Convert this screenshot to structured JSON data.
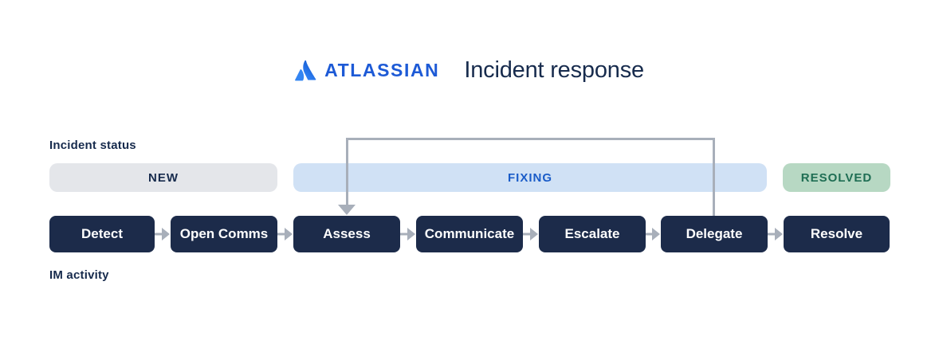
{
  "header": {
    "brand": "ATLASSIAN",
    "title": "Incident response",
    "logo_icon": "atlassian-logo",
    "brand_color": "#1d5ad6"
  },
  "labels": {
    "incident_status": "Incident status",
    "im_activity": "IM activity"
  },
  "statuses": [
    {
      "label": "NEW",
      "bg": "#e4e6ea",
      "color": "#172b4d"
    },
    {
      "label": "FIXING",
      "bg": "#d0e1f5",
      "color": "#1a5cc8"
    },
    {
      "label": "RESOLVED",
      "bg": "#b7d8c3",
      "color": "#1f6e54"
    }
  ],
  "steps": [
    {
      "label": "Detect"
    },
    {
      "label": "Open Comms"
    },
    {
      "label": "Assess"
    },
    {
      "label": "Communicate"
    },
    {
      "label": "Escalate"
    },
    {
      "label": "Delegate"
    },
    {
      "label": "Resolve"
    }
  ],
  "flow": {
    "connector_icon": "arrow-right",
    "loop": {
      "from": "Delegate",
      "to": "Assess",
      "direction": "down",
      "color": "#a8afba"
    }
  },
  "colors": {
    "step_bg": "#1c2b4a",
    "step_text": "#ffffff",
    "connector": "#a8afba",
    "heading_text": "#172b4d",
    "background": "#ffffff"
  }
}
